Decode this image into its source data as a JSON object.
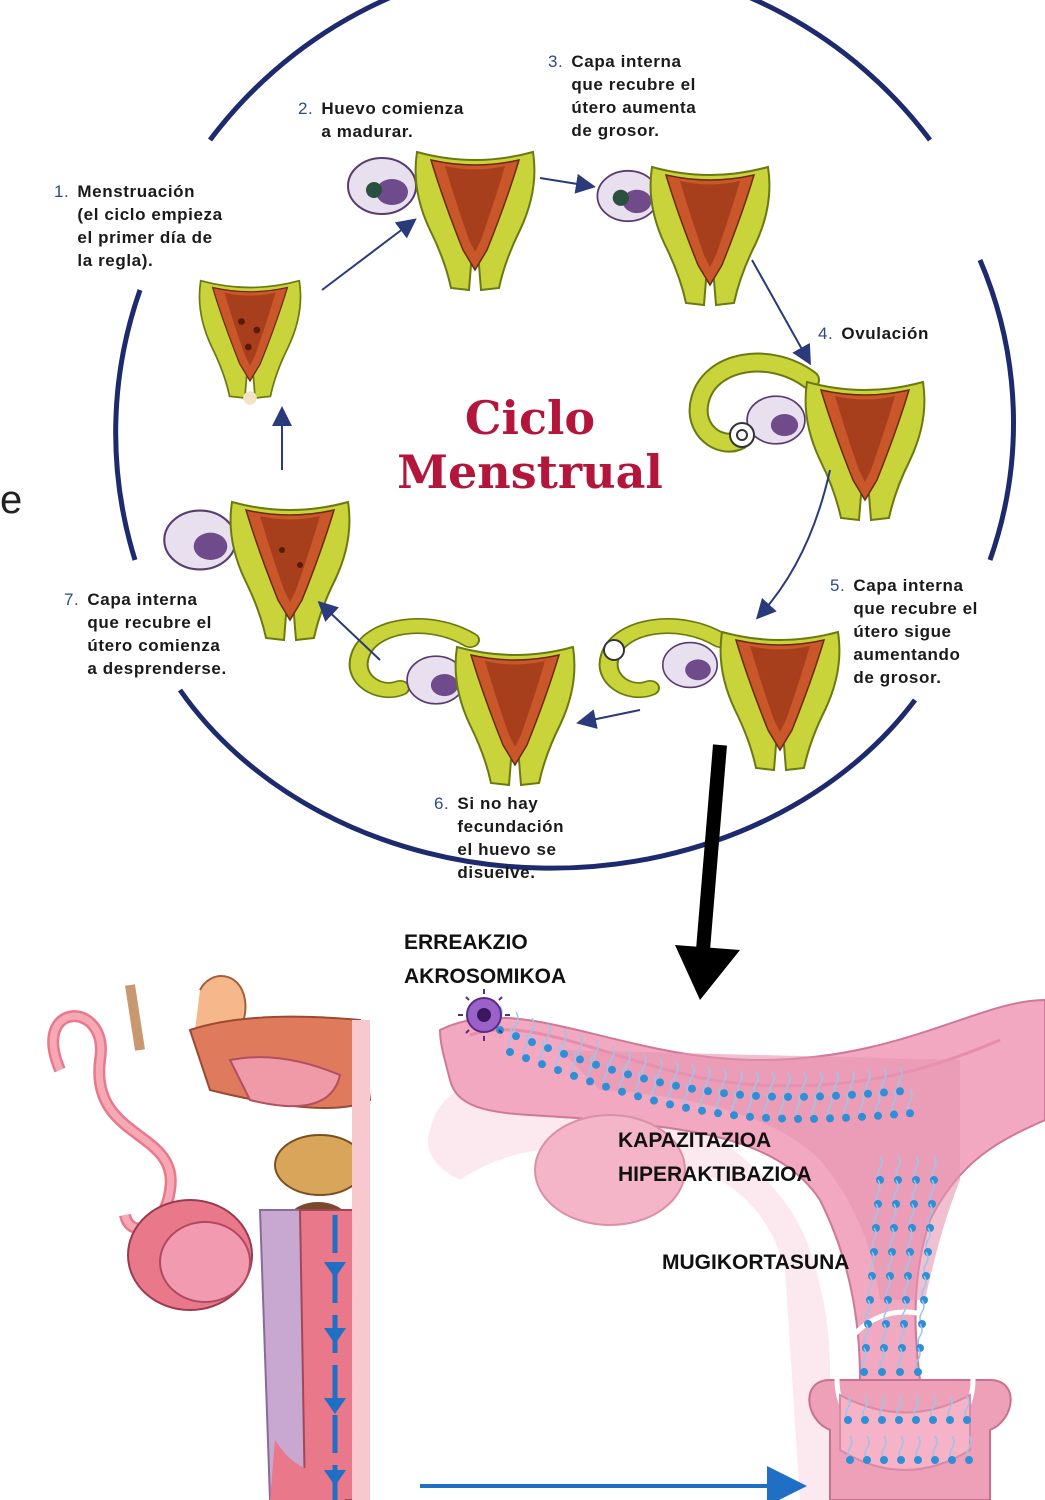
{
  "cycle": {
    "title_line1": "Ciclo",
    "title_line2": "Menstrual",
    "steps": [
      {
        "num": "1.",
        "text": "Menstruación\n(el ciclo empieza\nel primer día de\nla regla)."
      },
      {
        "num": "2.",
        "text": "Huevo comienza\na madurar."
      },
      {
        "num": "3.",
        "text": "Capa interna\nque recubre el\nútero aumenta\nde grosor."
      },
      {
        "num": "4.",
        "text": "Ovulación"
      },
      {
        "num": "5.",
        "text": "Capa interna\nque recubre el\nútero sigue\naumentando\nde grosor."
      },
      {
        "num": "6.",
        "text": "Si no hay\nfecundación\nel huevo se\ndisuelve."
      },
      {
        "num": "7.",
        "text": "Capa interna\nque recubre el\nútero comienza\na desprenderse."
      }
    ]
  },
  "labels": {
    "acrosome_line1": "ERREAKZIO",
    "acrosome_line2": "AKROSOMIKOA",
    "capacitation_line1": "KAPAZITAZIOA",
    "capacitation_line2": "HIPERAKTIBAZIOA",
    "motility": "MUGIKORTASUNA"
  },
  "edge_fragment": "e",
  "colors": {
    "cycle_ring": "#1d2a6e",
    "uterus_green": "#c9d33a",
    "endometrium": "#c9572a",
    "ovary_purple": "#6f4b8c",
    "title_red": "#b3163a",
    "female_pink": "#f2b0c4",
    "male_pink": "#e8788a",
    "sperm_blue": "#2f8fd6",
    "arrow_blue": "#1f6fc4"
  }
}
